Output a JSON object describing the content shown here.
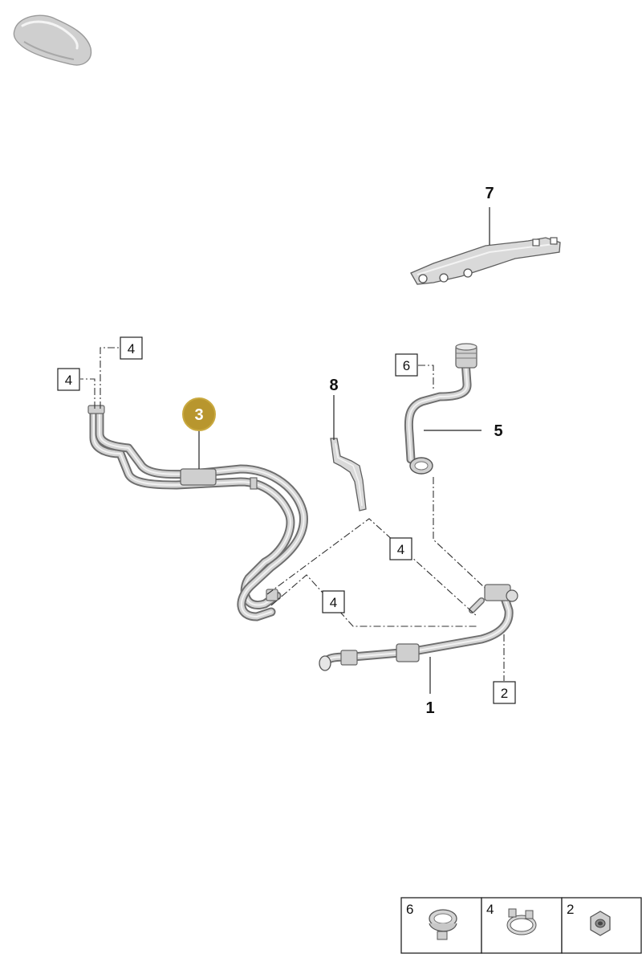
{
  "diagram": {
    "part_labels": {
      "p1": "1",
      "p3": "3",
      "p5": "5",
      "p7": "7",
      "p8": "8"
    },
    "ref_boxes": {
      "ref_4_top": "4",
      "ref_4_left": "4",
      "ref_6": "6",
      "ref_4_mid_right": "4",
      "ref_4_mid_left": "4",
      "ref_2": "2"
    },
    "legend": [
      {
        "number": "6",
        "icon": "hose-clamp-icon"
      },
      {
        "number": "4",
        "icon": "spring-clamp-icon"
      },
      {
        "number": "2",
        "icon": "hex-nut-icon"
      }
    ],
    "colors": {
      "highlight": "#b8962e",
      "highlight_border": "#c9a93f",
      "part_fill": "#d9d9d9",
      "part_stroke": "#5f5f5f"
    }
  }
}
